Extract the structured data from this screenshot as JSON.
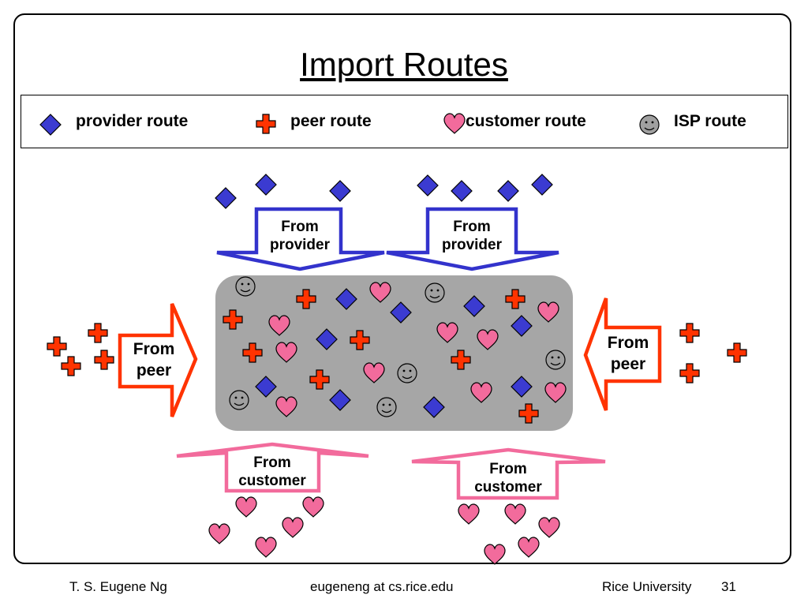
{
  "title": "Import Routes",
  "legend": {
    "provider": "provider route",
    "peer": "peer route",
    "customer": "customer route",
    "isp": "ISP route"
  },
  "arrows": {
    "from_provider_left": [
      "From",
      "provider"
    ],
    "from_provider_right": [
      "From",
      "provider"
    ],
    "from_peer_left": [
      "From",
      "peer"
    ],
    "from_peer_right": [
      "From",
      "peer"
    ],
    "from_customer_left": [
      "From",
      "customer"
    ],
    "from_customer_right": [
      "From",
      "customer"
    ]
  },
  "colors": {
    "provider": "#3b3bd1",
    "peer": "#ff3300",
    "customer": "#f26b9c",
    "isp": "#a0a0a0",
    "box": "#a6a6a6"
  },
  "footer": {
    "author": "T. S. Eugene Ng",
    "email": "eugeneng at cs.rice.edu",
    "org": "Rice University",
    "page": "31"
  }
}
